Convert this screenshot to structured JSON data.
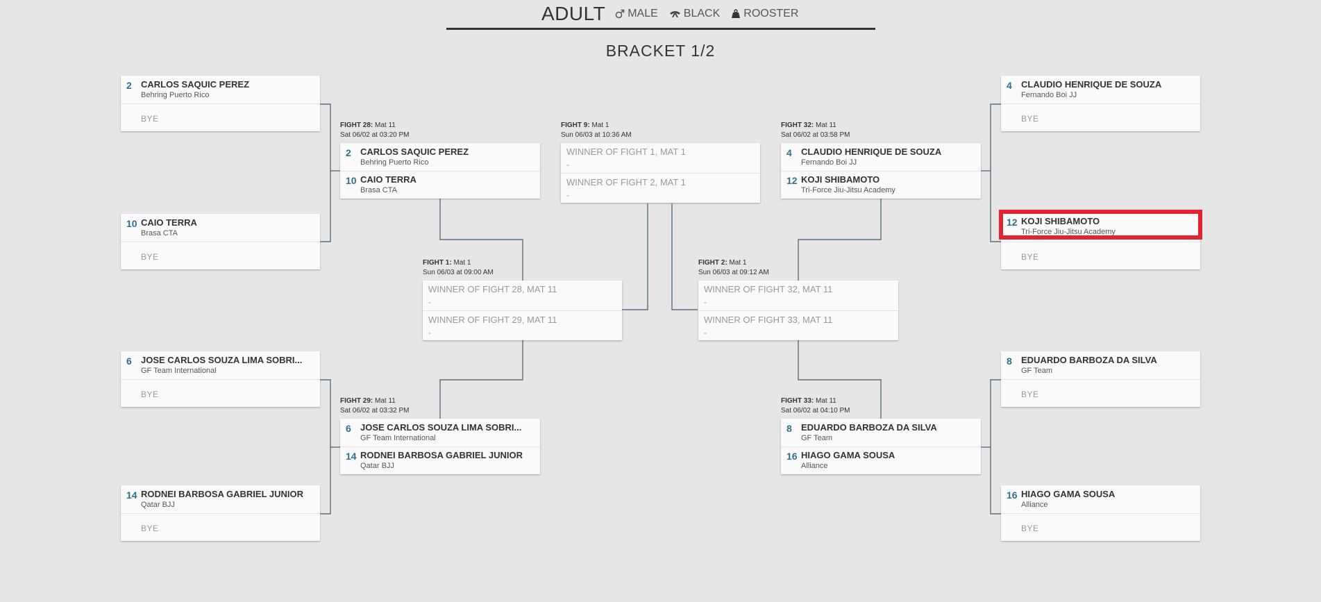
{
  "header": {
    "age": "ADULT",
    "gender": "MALE",
    "belt": "BLACK",
    "weight": "ROOSTER"
  },
  "bracket_title": "BRACKET 1/2",
  "seeds": {
    "s2": {
      "seed": "2",
      "name": "CARLOS SAQUIC PEREZ",
      "team": "Behring Puerto Rico",
      "bye": "BYE"
    },
    "s10": {
      "seed": "10",
      "name": "CAIO TERRA",
      "team": "Brasa CTA",
      "bye": "BYE"
    },
    "s6": {
      "seed": "6",
      "name": "JOSE CARLOS SOUZA LIMA SOBRI...",
      "team": "GF Team International",
      "bye": "BYE"
    },
    "s14": {
      "seed": "14",
      "name": "RODNEI BARBOSA GABRIEL JUNIOR",
      "team": "Qatar BJJ",
      "bye": "BYE"
    },
    "s4": {
      "seed": "4",
      "name": "CLAUDIO HENRIQUE DE SOUZA",
      "team": "Fernando Boi JJ",
      "bye": "BYE"
    },
    "s12": {
      "seed": "12",
      "name": "KOJI SHIBAMOTO",
      "team": "Tri-Force Jiu-Jitsu Academy",
      "bye": "BYE"
    },
    "s8": {
      "seed": "8",
      "name": "EDUARDO BARBOZA DA SILVA",
      "team": "GF Team",
      "bye": "BYE"
    },
    "s16": {
      "seed": "16",
      "name": "HIAGO GAMA SOUSA",
      "team": "Alliance",
      "bye": "BYE"
    }
  },
  "fights": {
    "f28": {
      "label": "FIGHT 28:",
      "mat": "Mat 11",
      "when": "Sat 06/02 at 03:20 PM"
    },
    "f29": {
      "label": "FIGHT 29:",
      "mat": "Mat 11",
      "when": "Sat 06/02 at 03:32 PM"
    },
    "f32": {
      "label": "FIGHT 32:",
      "mat": "Mat 11",
      "when": "Sat 06/02 at 03:58 PM"
    },
    "f33": {
      "label": "FIGHT 33:",
      "mat": "Mat 11",
      "when": "Sat 06/02 at 04:10 PM"
    },
    "f1": {
      "label": "FIGHT 1:",
      "mat": "Mat 1",
      "when": "Sun 06/03 at 09:00 AM",
      "top": "WINNER OF FIGHT 28, MAT 11",
      "bottom": "WINNER OF FIGHT 29, MAT 11",
      "dash": "-"
    },
    "f2": {
      "label": "FIGHT 2:",
      "mat": "Mat 1",
      "when": "Sun 06/03 at 09:12 AM",
      "top": "WINNER OF FIGHT 32, MAT 11",
      "bottom": "WINNER OF FIGHT 33, MAT 11",
      "dash": "-"
    },
    "f9": {
      "label": "FIGHT 9:",
      "mat": "Mat 1",
      "when": "Sun 06/03 at 10:36 AM",
      "top": "WINNER OF FIGHT 1, MAT 1",
      "bottom": "WINNER OF FIGHT 2, MAT 1",
      "dash": "-"
    }
  },
  "colors": {
    "seed": "#2f6f8c",
    "line": "#5a6f80",
    "highlight": "#e3232f"
  }
}
